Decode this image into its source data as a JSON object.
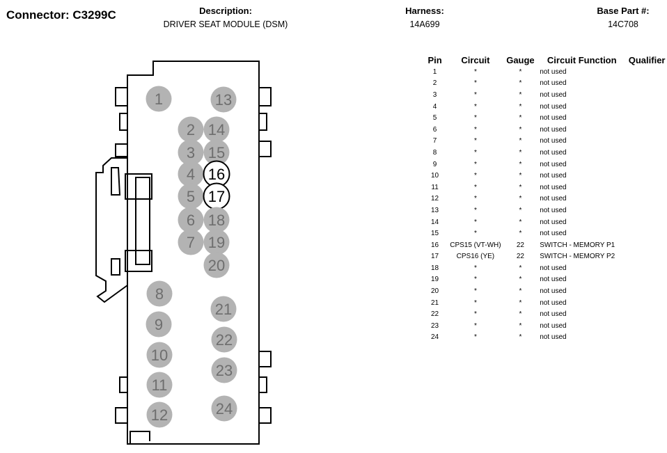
{
  "header": {
    "connector": "Connector: C3299C",
    "description_label": "Description:",
    "description": "DRIVER SEAT MODULE (DSM)",
    "harness_label": "Harness:",
    "harness": "14A699",
    "base_part_label": "Base Part #:",
    "base_part": "14C708"
  },
  "table": {
    "columns": [
      "Pin",
      "Circuit",
      "Gauge",
      "Circuit Function",
      "Qualifier"
    ],
    "rows": [
      {
        "pin": "1",
        "circuit": "*",
        "gauge": "*",
        "function": "not used",
        "qualifier": ""
      },
      {
        "pin": "2",
        "circuit": "*",
        "gauge": "*",
        "function": "not used",
        "qualifier": ""
      },
      {
        "pin": "3",
        "circuit": "*",
        "gauge": "*",
        "function": "not used",
        "qualifier": ""
      },
      {
        "pin": "4",
        "circuit": "*",
        "gauge": "*",
        "function": "not used",
        "qualifier": ""
      },
      {
        "pin": "5",
        "circuit": "*",
        "gauge": "*",
        "function": "not used",
        "qualifier": ""
      },
      {
        "pin": "6",
        "circuit": "*",
        "gauge": "*",
        "function": "not used",
        "qualifier": ""
      },
      {
        "pin": "7",
        "circuit": "*",
        "gauge": "*",
        "function": "not used",
        "qualifier": ""
      },
      {
        "pin": "8",
        "circuit": "*",
        "gauge": "*",
        "function": "not used",
        "qualifier": ""
      },
      {
        "pin": "9",
        "circuit": "*",
        "gauge": "*",
        "function": "not used",
        "qualifier": ""
      },
      {
        "pin": "10",
        "circuit": "*",
        "gauge": "*",
        "function": "not used",
        "qualifier": ""
      },
      {
        "pin": "11",
        "circuit": "*",
        "gauge": "*",
        "function": "not used",
        "qualifier": ""
      },
      {
        "pin": "12",
        "circuit": "*",
        "gauge": "*",
        "function": "not used",
        "qualifier": ""
      },
      {
        "pin": "13",
        "circuit": "*",
        "gauge": "*",
        "function": "not used",
        "qualifier": ""
      },
      {
        "pin": "14",
        "circuit": "*",
        "gauge": "*",
        "function": "not used",
        "qualifier": ""
      },
      {
        "pin": "15",
        "circuit": "*",
        "gauge": "*",
        "function": "not used",
        "qualifier": ""
      },
      {
        "pin": "16",
        "circuit": "CPS15 (VT-WH)",
        "gauge": "22",
        "function": "SWITCH - MEMORY P1",
        "qualifier": ""
      },
      {
        "pin": "17",
        "circuit": "CPS16 (YE)",
        "gauge": "22",
        "function": "SWITCH - MEMORY P2",
        "qualifier": ""
      },
      {
        "pin": "18",
        "circuit": "*",
        "gauge": "*",
        "function": "not used",
        "qualifier": ""
      },
      {
        "pin": "19",
        "circuit": "*",
        "gauge": "*",
        "function": "not used",
        "qualifier": ""
      },
      {
        "pin": "20",
        "circuit": "*",
        "gauge": "*",
        "function": "not used",
        "qualifier": ""
      },
      {
        "pin": "21",
        "circuit": "*",
        "gauge": "*",
        "function": "not used",
        "qualifier": ""
      },
      {
        "pin": "22",
        "circuit": "*",
        "gauge": "*",
        "function": "not used",
        "qualifier": ""
      },
      {
        "pin": "23",
        "circuit": "*",
        "gauge": "*",
        "function": "not used",
        "qualifier": ""
      },
      {
        "pin": "24",
        "circuit": "*",
        "gauge": "*",
        "function": "not used",
        "qualifier": ""
      }
    ]
  },
  "diagram": {
    "pins": [
      {
        "label": "1",
        "used": false
      },
      {
        "label": "2",
        "used": false
      },
      {
        "label": "3",
        "used": false
      },
      {
        "label": "4",
        "used": false
      },
      {
        "label": "5",
        "used": false
      },
      {
        "label": "6",
        "used": false
      },
      {
        "label": "7",
        "used": false
      },
      {
        "label": "8",
        "used": false
      },
      {
        "label": "9",
        "used": false
      },
      {
        "label": "10",
        "used": false
      },
      {
        "label": "11",
        "used": false
      },
      {
        "label": "12",
        "used": false
      },
      {
        "label": "13",
        "used": false
      },
      {
        "label": "14",
        "used": false
      },
      {
        "label": "15",
        "used": false
      },
      {
        "label": "16",
        "used": true
      },
      {
        "label": "17",
        "used": true
      },
      {
        "label": "18",
        "used": false
      },
      {
        "label": "19",
        "used": false
      },
      {
        "label": "20",
        "used": false
      },
      {
        "label": "21",
        "used": false
      },
      {
        "label": "22",
        "used": false
      },
      {
        "label": "23",
        "used": false
      },
      {
        "label": "24",
        "used": false
      }
    ],
    "colors": {
      "unused_fill": "#b3b3b3",
      "unused_text": "#6e6e6e",
      "used_fill": "#ffffff",
      "used_text": "#000000",
      "outline": "#000000"
    }
  }
}
